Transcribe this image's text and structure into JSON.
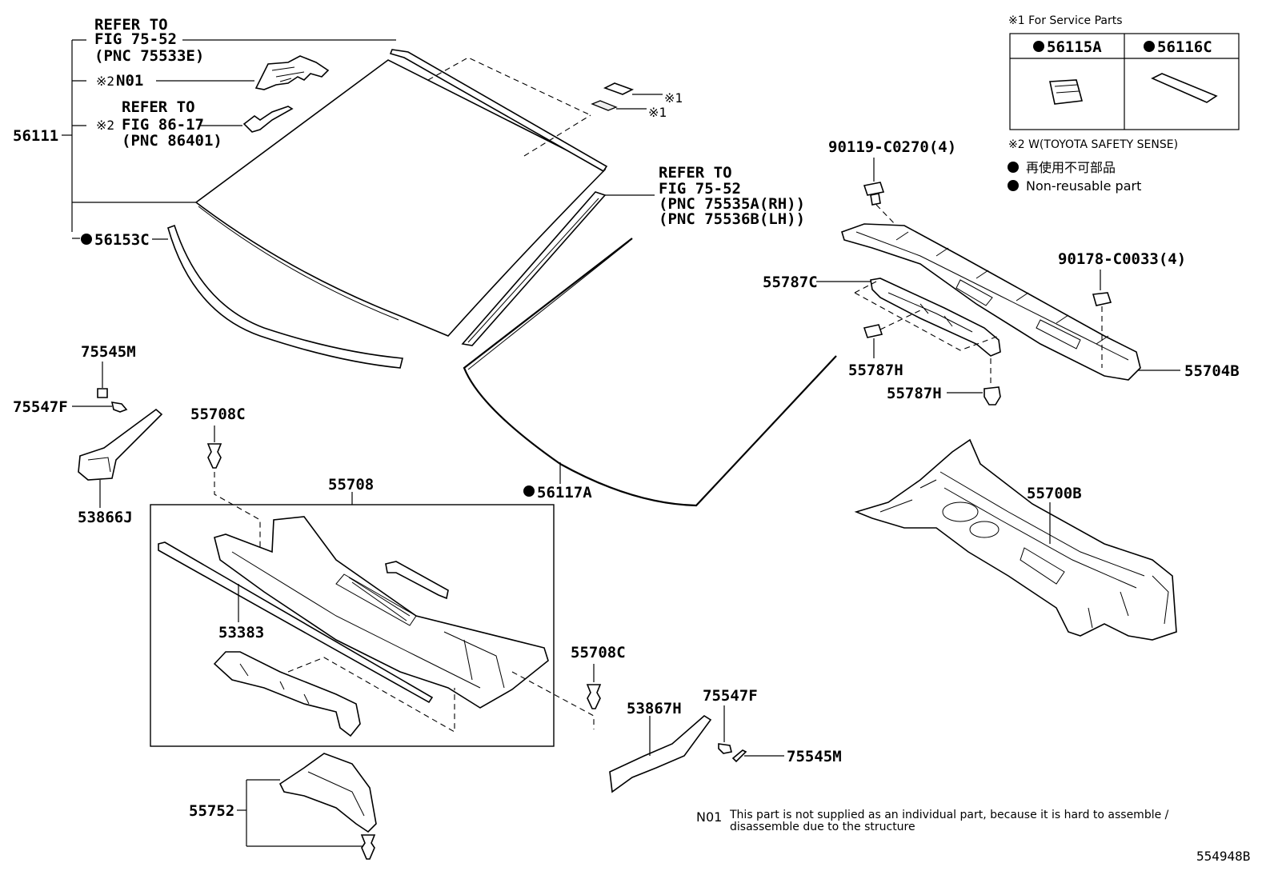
{
  "labels": {
    "refer_a_1": "REFER TO",
    "refer_a_2": "FIG 75-52",
    "refer_a_3": "(PNC 75533E)",
    "mark2_n01": "※2",
    "n01": "N01",
    "refer_b_1": "REFER TO",
    "mark2_b": "※2",
    "refer_b_2": "FIG 86-17",
    "refer_b_3": "(PNC 86401)",
    "p56111": "56111",
    "p56153c": "56153C",
    "mark1_a": "※1",
    "mark1_b": "※1",
    "refer_c_1": "REFER TO",
    "refer_c_2": "FIG 75-52",
    "refer_c_3": "(PNC 75535A(RH))",
    "refer_c_4": "(PNC 75536B(LH))",
    "p75545m_a": "75545M",
    "p75547f_a": "75547F",
    "p53866j": "53866J",
    "p55708c_a": "55708C",
    "p55708": "55708",
    "p53383": "53383",
    "p56117a": "56117A",
    "p55708c_b": "55708C",
    "p53867h": "53867H",
    "p75547f_b": "75547F",
    "p75545m_b": "75545M",
    "p55752": "55752",
    "p90119": "90119-C0270(4)",
    "p90178": "90178-C0033(4)",
    "p55787c": "55787C",
    "p55787h_a": "55787H",
    "p55787h_b": "55787H",
    "p55704b": "55704B",
    "p55700b": "55700B",
    "ref_code": "554948B"
  },
  "legend": {
    "service_title": "※1 For Service Parts",
    "col1": "56115A",
    "col2": "56116C",
    "mark2_note": "※2 W(TOYOTA SAFETY SENSE)",
    "nonreuse_jp": "再使用不可部品",
    "nonreuse_en": "Non-reusable part"
  },
  "footnote": {
    "code": "N01",
    "line1": "This part is not supplied as an individual part, because it is hard to assemble /",
    "line2": "disassemble due to the structure"
  }
}
